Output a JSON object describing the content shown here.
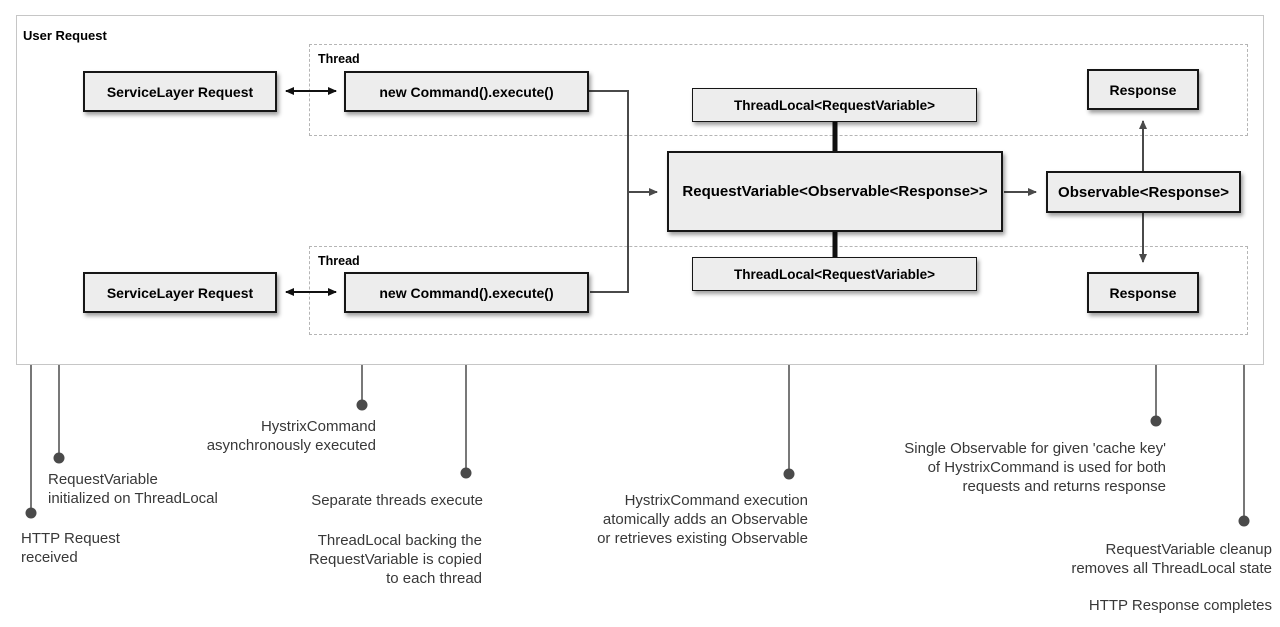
{
  "diagram": {
    "container_label": "User Request",
    "thread_label": "Thread",
    "nodes": {
      "service_request_top": "ServiceLayer Request",
      "command_execute_top": "new Command().execute()",
      "service_request_bottom": "ServiceLayer Request",
      "command_execute_bottom": "new Command().execute()",
      "threadlocal_top": "ThreadLocal<RequestVariable>",
      "threadlocal_bottom": "ThreadLocal<RequestVariable>",
      "request_variable": "RequestVariable<Observable<Response>>",
      "observable": "Observable<Response>",
      "response_top": "Response",
      "response_bottom": "Response"
    },
    "annotations": [
      {
        "id": "http-request-received",
        "text": "HTTP Request\nreceived"
      },
      {
        "id": "request-variable-initialized",
        "text": "RequestVariable\ninitialized on ThreadLocal"
      },
      {
        "id": "hystrix-async",
        "text": "HystrixCommand\nasynchronously executed"
      },
      {
        "id": "separate-threads",
        "text": "Separate threads execute"
      },
      {
        "id": "threadlocal-backing",
        "text": "ThreadLocal backing the\nRequestVariable is copied\nto each thread"
      },
      {
        "id": "hystrix-execution",
        "text": "HystrixCommand execution\natomically adds an Observable\nor retrieves existing Observable"
      },
      {
        "id": "single-observable",
        "text": "Single Observable for given 'cache key'\nof HystrixCommand is used for both\nrequests and returns response"
      },
      {
        "id": "request-variable-cleanup",
        "text": "RequestVariable cleanup\nremoves all ThreadLocal state"
      },
      {
        "id": "http-response-completes",
        "text": "HTTP Response completes"
      }
    ],
    "colors": {
      "node_fill": "#ededed",
      "node_border": "#161616",
      "connector": "#4a4a4a",
      "thick_connector": "#111111",
      "dashed_border": "#b5b5b5",
      "outer_border": "#c6c6c6",
      "annotation_text": "#383838",
      "background": "#ffffff"
    }
  }
}
